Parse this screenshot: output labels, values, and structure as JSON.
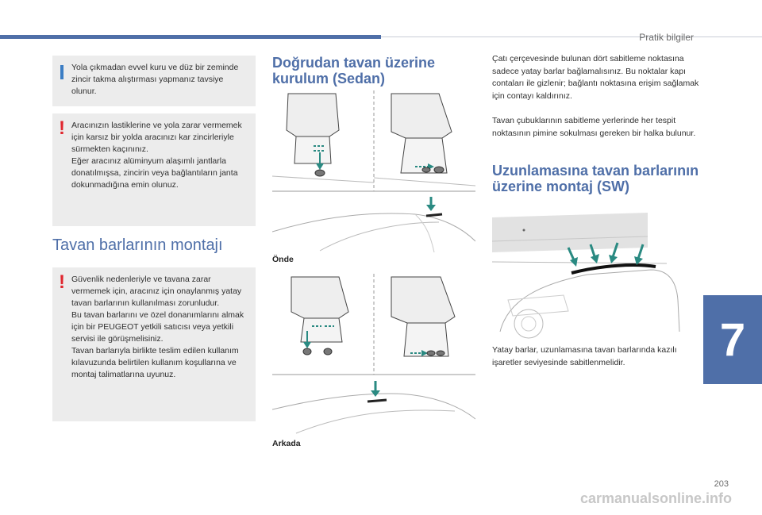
{
  "header": {
    "section_title": "Pratik bilgiler"
  },
  "left": {
    "info_note": "Yola çıkmadan evvel kuru ve düz bir zeminde zincir takma alıştırması yapmanız tavsiye olunur.",
    "warning_1": [
      "Aracınızın lastiklerine ve yola zarar vermemek için karsız bir yolda aracınızı kar zincirleriyle sürmekten kaçınınız.",
      "Eğer aracınız alüminyum alaşımlı jantlarla donatılmışsa, zincirin veya bağlantıların janta dokunmadığına emin olunuz."
    ],
    "section_heading": "Tavan barlarının montajı",
    "warning_2": [
      "Güvenlik nedenleriyle ve tavana zarar vermemek için, aracınız için onaylanmış yatay tavan barlarının kullanılması zorunludur.",
      "Bu tavan barlarını ve özel donanımlarını almak için bir PEUGEOT yetkili satıcısı veya yetkili servisi ile görüşmelisiniz.",
      "Tavan barlarıyla birlikte teslim edilen kullanım kılavuzunda belirtilen kullanım koşullarına ve montaj talimatlarına uyunuz."
    ]
  },
  "middle": {
    "heading": "Doğrudan tavan üzerine kurulum (Sedan)",
    "caption_front": "Önde",
    "caption_rear": "Arkada"
  },
  "right": {
    "paragraph_1": "Çatı çerçevesinde bulunan dört sabitleme noktasına sadece yatay barlar bağlamalısınız. Bu noktalar kapı contaları ile gizlenir; bağlantı noktasına erişim sağlamak için contayı kaldırınız.",
    "paragraph_2": "Tavan çubuklarının sabitleme yerlerinde her tespit noktasının pimine sokulması gereken bir halka bulunur.",
    "heading": "Uzunlamasına tavan barlarının üzerine montaj (SW)",
    "paragraph_3": "Yatay barlar, uzunlamasına tavan barlarında kazılı işaretler seviyesinde sabitlenmelidir."
  },
  "footer": {
    "chapter": "7",
    "page_number": "203",
    "watermark": "carmanualsonline.info"
  },
  "colors": {
    "accent": "#4f6fa8",
    "warning": "#e0262e",
    "info": "#3b7dc4",
    "arrow": "#2a8a82"
  }
}
